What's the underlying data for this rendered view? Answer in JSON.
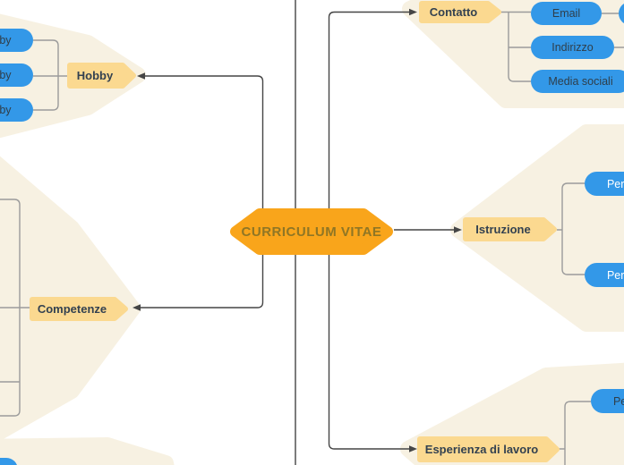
{
  "colors": {
    "bg": "#ffffff",
    "blob": "#f7f1e2",
    "edge_main": "#454545",
    "edge_child": "#9b9b9b",
    "orange": "#f9a51b",
    "orange_text": "#8f7625",
    "tag": "#fbd990",
    "tag_text": "#334150",
    "blue": "#3398e8",
    "pill_text_dark": "#2f3e4a",
    "pill_text_light": "#ffffff"
  },
  "map": {
    "center": {
      "label": "CURRICULUM VITAE"
    },
    "branches": {
      "contatto": {
        "label": "Contatto"
      },
      "istruzione": {
        "label": "Istruzione"
      },
      "esperienza": {
        "label": "Esperienza di lavoro"
      },
      "competenze": {
        "label": "Competenze"
      },
      "hobby": {
        "label": "Hobby"
      }
    },
    "leaves": {
      "email": {
        "label": "Email"
      },
      "indirizzo": {
        "label": "Indirizzo"
      },
      "media_sociali": {
        "label": "Media sociali"
      },
      "periodo_istruzione_1": {
        "label": "Periodo"
      },
      "periodo_istruzione_2": {
        "label": "Periodo"
      },
      "periodo_esperienza": {
        "label": "Periodo"
      },
      "hobby_1": {
        "label": "Hobby"
      },
      "hobby_2": {
        "label": "Hobby"
      },
      "hobby_3": {
        "label": "Hobby"
      }
    }
  }
}
